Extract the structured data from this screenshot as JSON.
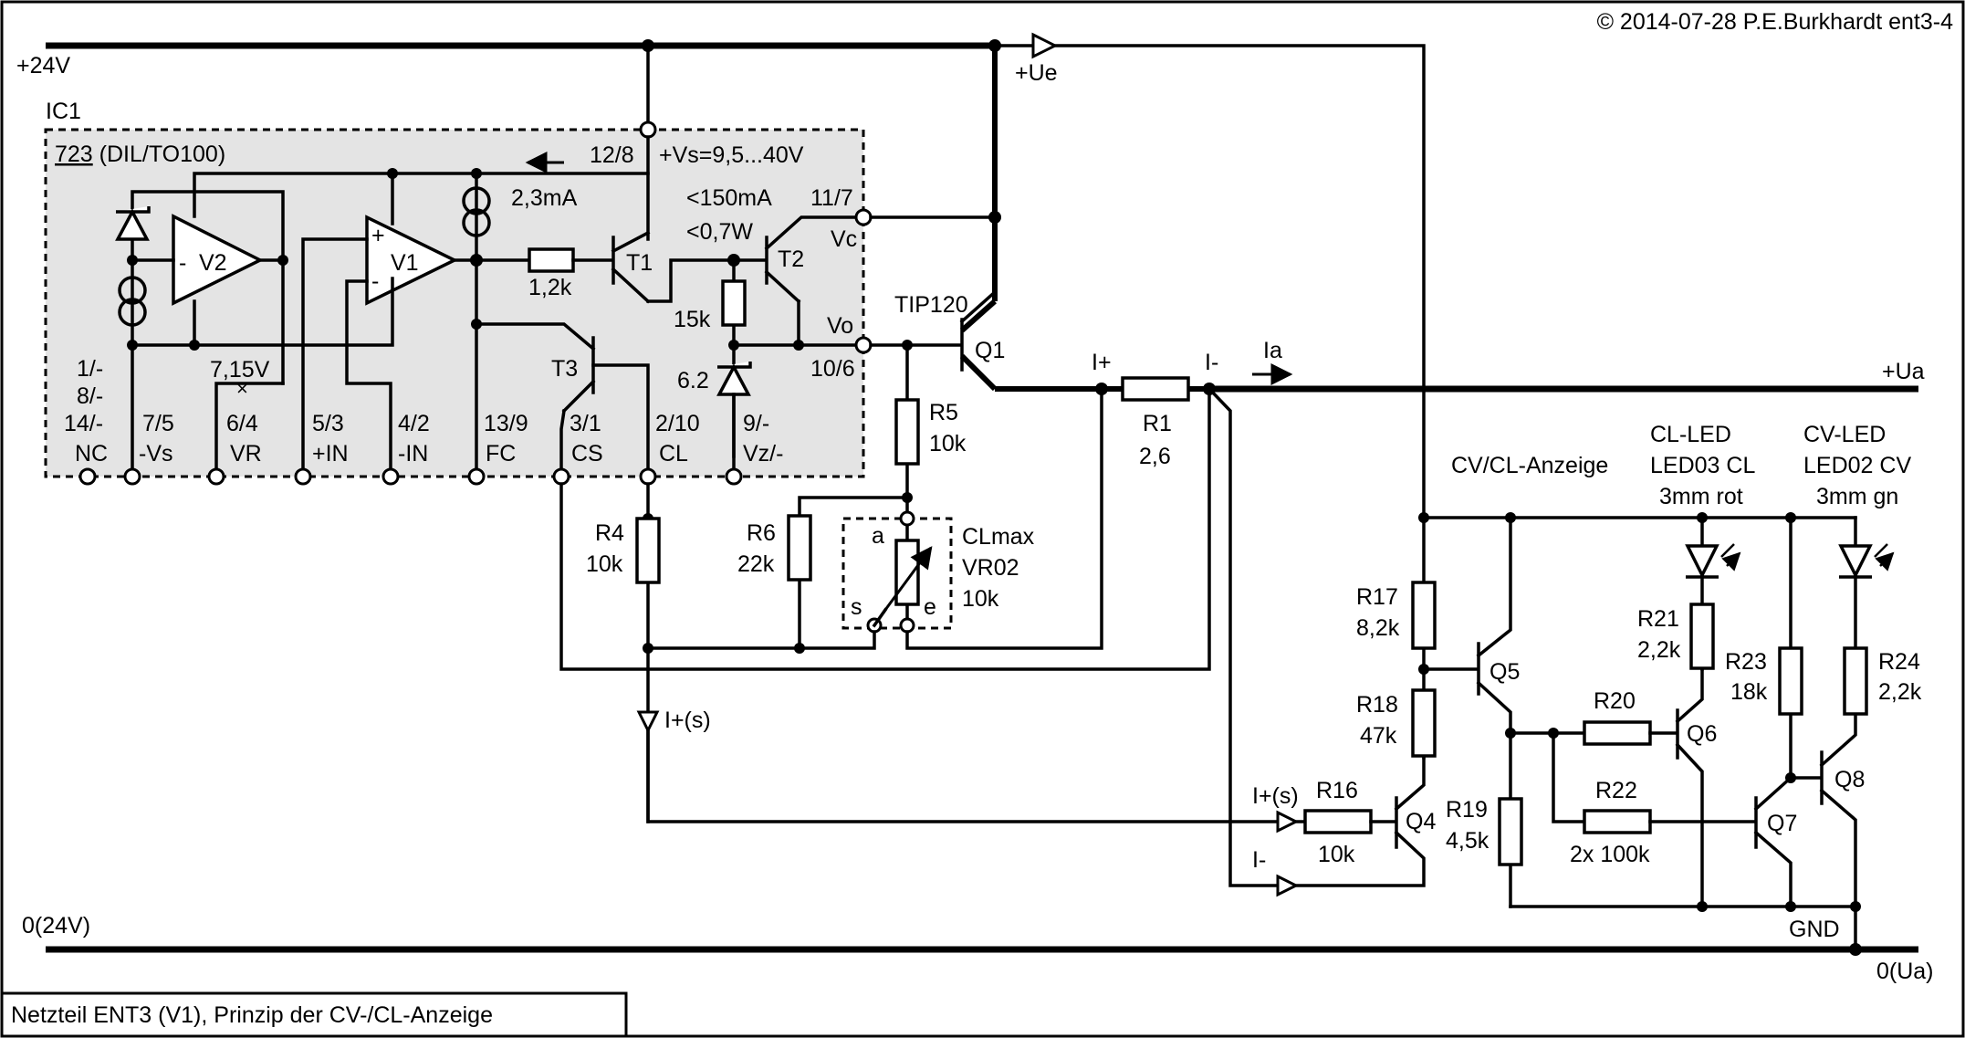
{
  "copyright": "© 2014-07-28 P.E.Burkhardt ent3-4",
  "caption": "Netzteil ENT3 (V1), Prinzip der CV-/CL-Anzeige",
  "rails": {
    "supply": "+24V",
    "ue": "+Ue",
    "ground_in": "0(24V)",
    "output": "+Ua",
    "ground_out": "0(Ua)",
    "gnd": "GND"
  },
  "ic1": {
    "name": "IC1",
    "type_underlined": "723",
    "type_rest": " (DIL/TO100)",
    "supply_pin": "12/8",
    "supply_range": "+Vs=9,5...40V",
    "current_source": "2,3mA",
    "amp_v1": "V1",
    "amp_v2": "V2",
    "t1": "T1",
    "t2": "T2",
    "t3": "T3",
    "r_internal": "1,2k",
    "r_15k": "15k",
    "zener": "6.2",
    "t2_rating_a": "<150mA",
    "t2_rating_b": "<0,7W",
    "pin_vc_num": "11/7",
    "pin_vc_name": "Vc",
    "pin_vo_name": "Vo",
    "pin_vo_num": "10/6",
    "vr_label": "7,15V"
  },
  "pins": [
    {
      "num": "1/-",
      "name": "NC"
    },
    {
      "num": "8/-",
      "name": ""
    },
    {
      "num": "14/-",
      "name": ""
    },
    {
      "num": "7/5",
      "name": "-Vs"
    },
    {
      "num": "6/4",
      "name": "VR"
    },
    {
      "num": "5/3",
      "name": "+IN"
    },
    {
      "num": "4/2",
      "name": "-IN"
    },
    {
      "num": "13/9",
      "name": "FC"
    },
    {
      "num": "3/1",
      "name": "CS"
    },
    {
      "num": "2/10",
      "name": "CL"
    },
    {
      "num": "9/-",
      "name": "Vz/-"
    }
  ],
  "q1": {
    "type": "TIP120",
    "name": "Q1"
  },
  "r1": {
    "name": "R1",
    "value": "2,6",
    "plus": "I+",
    "minus": "I-",
    "current": "Ia"
  },
  "r4": {
    "name": "R4",
    "value": "10k"
  },
  "r5": {
    "name": "R5",
    "value": "10k"
  },
  "r6": {
    "name": "R6",
    "value": "22k"
  },
  "vr02": {
    "name": "CLmax",
    "sub": "VR02",
    "value": "10k",
    "a": "a",
    "s": "s",
    "e": "e"
  },
  "is_label": "I+(s)",
  "indicator": {
    "title": "CV/CL-Anzeige",
    "cl_led_a": "CL-LED",
    "cl_led_b": "LED03 CL",
    "cl_led_c": "3mm rot",
    "cv_led_a": "CV-LED",
    "cv_led_b": "LED02 CV",
    "cv_led_c": "3mm gn",
    "r16": {
      "name": "R16",
      "value": "10k"
    },
    "r17": {
      "name": "R17",
      "value": "8,2k"
    },
    "r18": {
      "name": "R18",
      "value": "47k"
    },
    "r19": {
      "name": "R19",
      "value": "4,5k"
    },
    "r20": {
      "name": "R20",
      "value": ""
    },
    "r21": {
      "name": "R21",
      "value": "2,2k"
    },
    "r22": {
      "name": "R22",
      "value": "2x 100k"
    },
    "r23": {
      "name": "R23",
      "value": "18k"
    },
    "r24": {
      "name": "R24",
      "value": "2,2k"
    },
    "q4": "Q4",
    "q5": "Q5",
    "q6": "Q6",
    "q7": "Q7",
    "q8": "Q8",
    "in_is": "I+(s)",
    "in_im": "I-"
  }
}
